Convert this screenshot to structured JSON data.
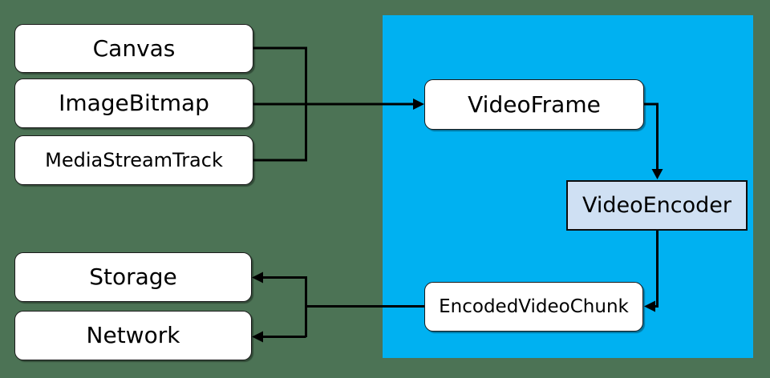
{
  "colors": {
    "background": "#4c7355",
    "region": "#00b1f1",
    "node_fill": "#ffffff",
    "node_border": "#1a1a1a",
    "encoder_fill": "#cfe0f3",
    "encoder_border": "#0d0d0d",
    "connector": "#000000",
    "text": "#000000"
  },
  "nodes": {
    "sources": [
      {
        "label": "Canvas"
      },
      {
        "label": "ImageBitmap"
      },
      {
        "label": "MediaStreamTrack"
      }
    ],
    "pipeline": [
      {
        "label": "VideoFrame"
      },
      {
        "label": "VideoEncoder"
      },
      {
        "label": "EncodedVideoChunk"
      }
    ],
    "sinks": [
      {
        "label": "Storage"
      },
      {
        "label": "Network"
      }
    ]
  }
}
